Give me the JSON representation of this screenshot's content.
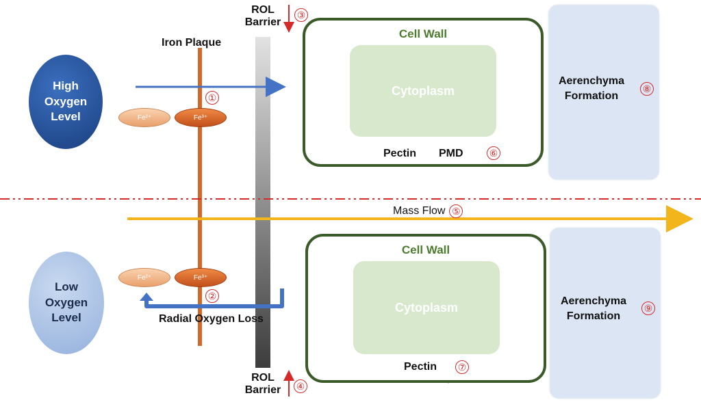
{
  "colors": {
    "high_oxygen": "#1f4e99",
    "low_oxygen": "#a9c0e2",
    "iron_plaque_line": "#d2692a",
    "rol_barrier": "#888888",
    "cell_wall_border": "#3a5a2a",
    "cell_wall_title": "#4a7c2c",
    "cytoplasm": "#d7e8cc",
    "aerenchyma": "#dbe5f3",
    "divider": "#d42a2a",
    "mass_flow": "#f2b61c",
    "oxygen_arrow": "#4472c4",
    "indicator_red": "#d42a2a"
  },
  "top": {
    "oxygen": "High\nOxygen\nLevel",
    "fe2": "Fe²⁺",
    "fe3": "Fe³⁺",
    "iron_plaque": "Iron Plaque",
    "rol_barrier": "ROL\nBarrier",
    "rol_num": "③",
    "fe_num": "①",
    "cell_wall": "Cell Wall",
    "cytoplasm": "Cytoplasm",
    "pectin": "Pectin",
    "pmd": "PMD",
    "pmd_num": "⑥",
    "aerenchyma": "Aerenchyma\nFormation",
    "aer_num": "⑧"
  },
  "middle": {
    "mass_flow": "Mass Flow",
    "mass_flow_num": "⑤"
  },
  "bottom": {
    "oxygen": "Low\nOxygen\nLevel",
    "fe2": "Fe²⁺",
    "fe3": "Fe³⁺",
    "fe_num": "②",
    "radial_loss": "Radial Oxygen Loss",
    "rol_barrier": "ROL\nBarrier",
    "rol_num": "④",
    "cell_wall": "Cell Wall",
    "cytoplasm": "Cytoplasm",
    "pectin": "Pectin",
    "pectin_num": "⑦",
    "aerenchyma": "Aerenchyma\nFormation",
    "aer_num": "⑨"
  }
}
